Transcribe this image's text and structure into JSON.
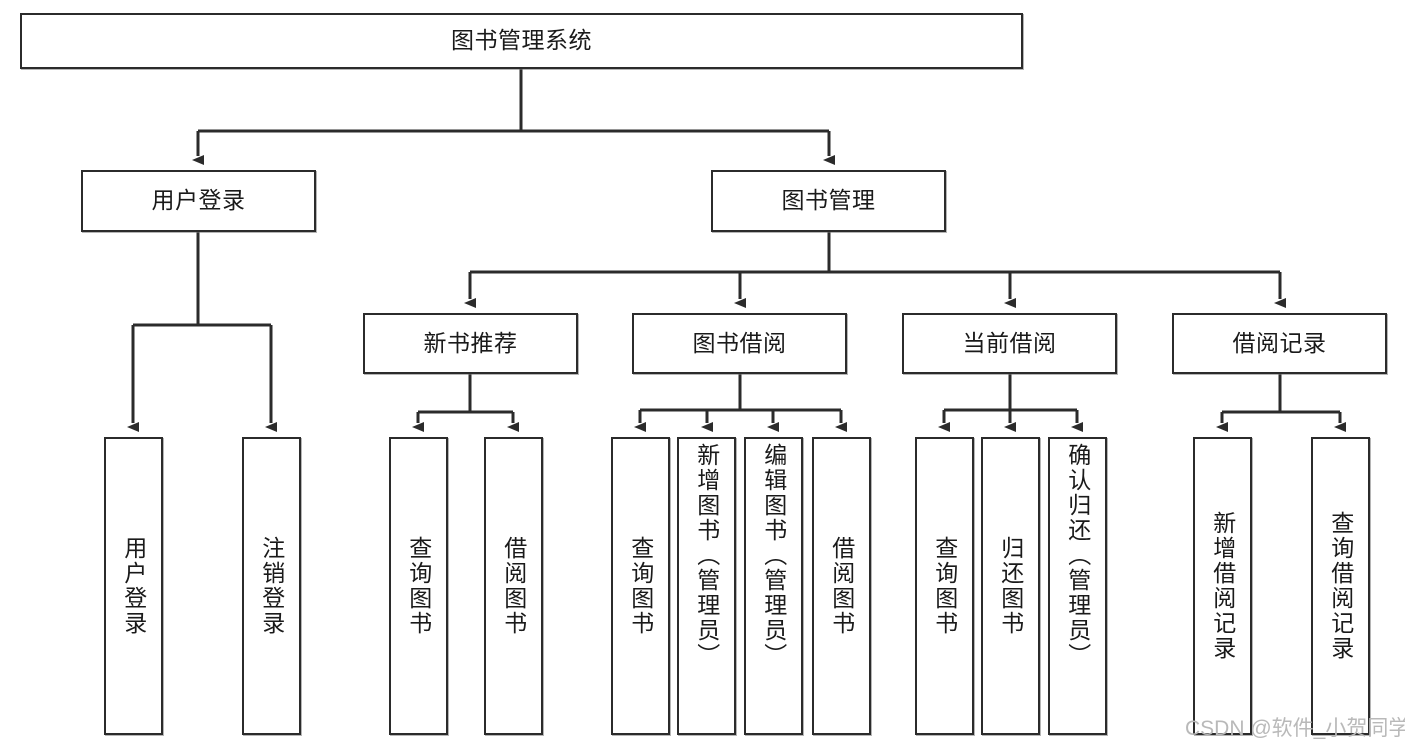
{
  "diagram": {
    "title": "图书管理系统",
    "root": {
      "label": "图书管理系统"
    },
    "level2": [
      {
        "label": "用户登录"
      },
      {
        "label": "图书管理"
      }
    ],
    "level3": [
      {
        "label": "新书推荐"
      },
      {
        "label": "图书借阅"
      },
      {
        "label": "当前借阅"
      },
      {
        "label": "借阅记录"
      }
    ],
    "leaves": [
      {
        "label": "用户登录",
        "parent": "用户登录",
        "align": "center"
      },
      {
        "label": "注销登录",
        "parent": "用户登录",
        "align": "center"
      },
      {
        "label": "查询图书",
        "parent": "新书推荐",
        "align": "center"
      },
      {
        "label": "借阅图书",
        "parent": "新书推荐",
        "align": "center"
      },
      {
        "label": "查询图书",
        "parent": "图书借阅",
        "align": "center"
      },
      {
        "label": "新增图书（管理员）",
        "parent": "图书借阅",
        "align": "top"
      },
      {
        "label": "编辑图书（管理员）",
        "parent": "图书借阅",
        "align": "top"
      },
      {
        "label": "借阅图书",
        "parent": "图书借阅",
        "align": "center"
      },
      {
        "label": "查询图书",
        "parent": "当前借阅",
        "align": "center"
      },
      {
        "label": "归还图书",
        "parent": "当前借阅",
        "align": "center"
      },
      {
        "label": "确认归还（管理员）",
        "parent": "当前借阅",
        "align": "top"
      },
      {
        "label": "新增借阅记录",
        "parent": "借阅记录",
        "align": "center"
      },
      {
        "label": "查询借阅记录",
        "parent": "借阅记录",
        "align": "center"
      }
    ],
    "watermark": "CSDN @软件_小贺同学",
    "colors": {
      "stroke": "#2b2b2b",
      "background": "#ffffff",
      "text": "#1a1a1a",
      "watermark": "#b9b9b9"
    }
  }
}
